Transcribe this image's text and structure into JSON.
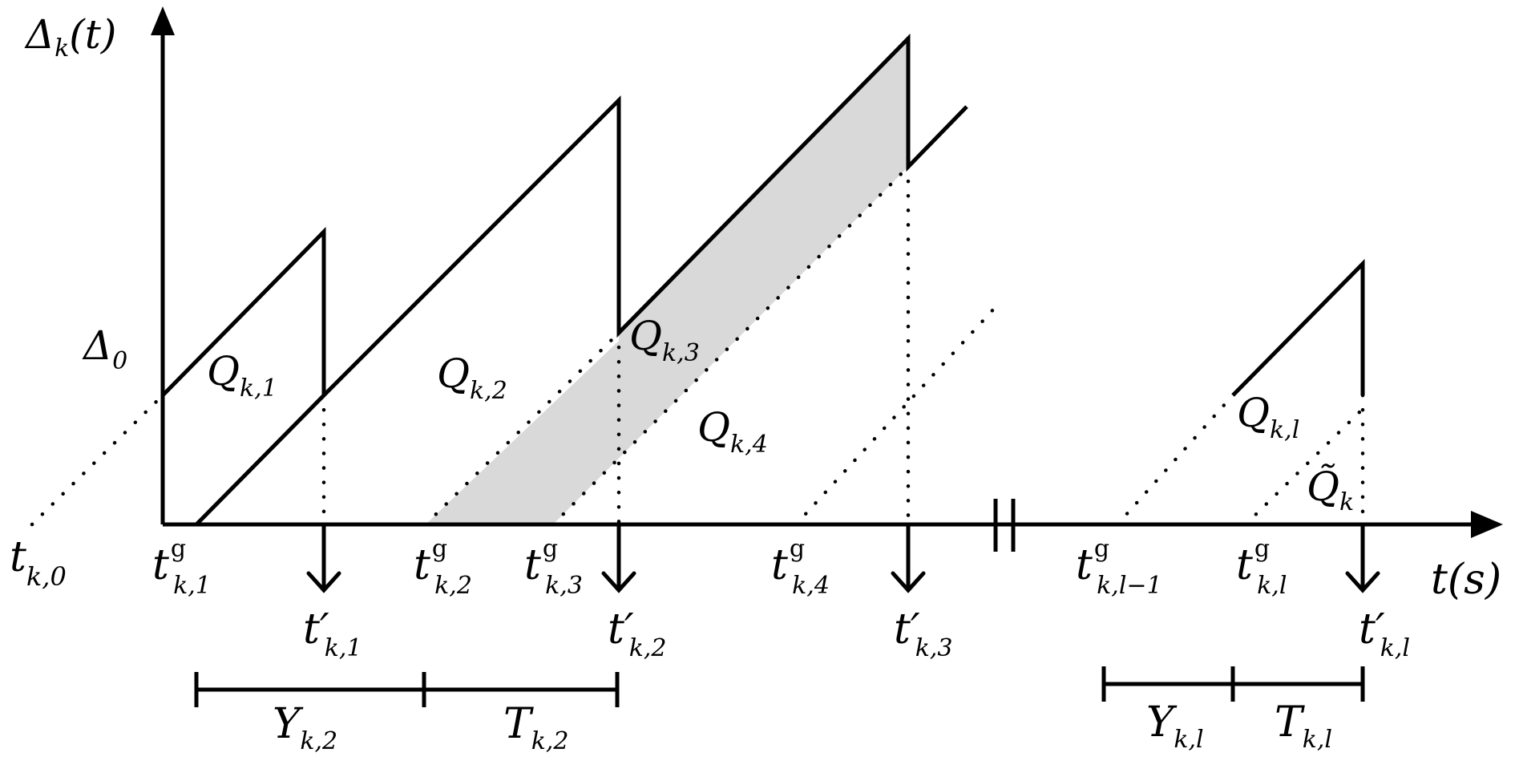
{
  "colors": {
    "stroke": "#000000",
    "shade": "#d9d9d9",
    "background": "#ffffff"
  },
  "axes": {
    "y_label": {
      "main": "Δ",
      "sub": "k",
      "tail": "(t)"
    },
    "x_label": "t(s)",
    "delta0": {
      "main": "Δ",
      "sub": "0"
    }
  },
  "areas": {
    "q1": {
      "main": "Q",
      "sub": "k,1"
    },
    "q2": {
      "main": "Q",
      "sub": "k,2"
    },
    "q3": {
      "main": "Q",
      "sub": "k,3"
    },
    "q4": {
      "main": "Q",
      "sub": "k,4"
    },
    "ql": {
      "main": "Q",
      "sub": "k,l"
    },
    "qtilde": {
      "main": "Q̃",
      "sub": "k"
    }
  },
  "times": {
    "t0": {
      "main": "t",
      "sub": "k,0"
    },
    "tg1": {
      "main": "t",
      "sup": "g",
      "sub": "k,1"
    },
    "tg2": {
      "main": "t",
      "sup": "g",
      "sub": "k,2"
    },
    "tg3": {
      "main": "t",
      "sup": "g",
      "sub": "k,3"
    },
    "tg4": {
      "main": "t",
      "sup": "g",
      "sub": "k,4"
    },
    "tgl1": {
      "main": "t",
      "sup": "g",
      "sub": "k,l−1"
    },
    "tgl": {
      "main": "t",
      "sup": "g",
      "sub": "k,l"
    },
    "tp1": {
      "main": "t′",
      "sub": "k,1"
    },
    "tp2": {
      "main": "t′",
      "sub": "k,2"
    },
    "tp3": {
      "main": "t′",
      "sub": "k,3"
    },
    "tpl": {
      "main": "t′",
      "sub": "k,l"
    }
  },
  "intervals": {
    "y2": {
      "main": "Y",
      "sub": "k,2"
    },
    "t2": {
      "main": "T",
      "sub": "k,2"
    },
    "yl": {
      "main": "Y",
      "sub": "k,l"
    },
    "tl": {
      "main": "T",
      "sub": "k,l"
    }
  }
}
